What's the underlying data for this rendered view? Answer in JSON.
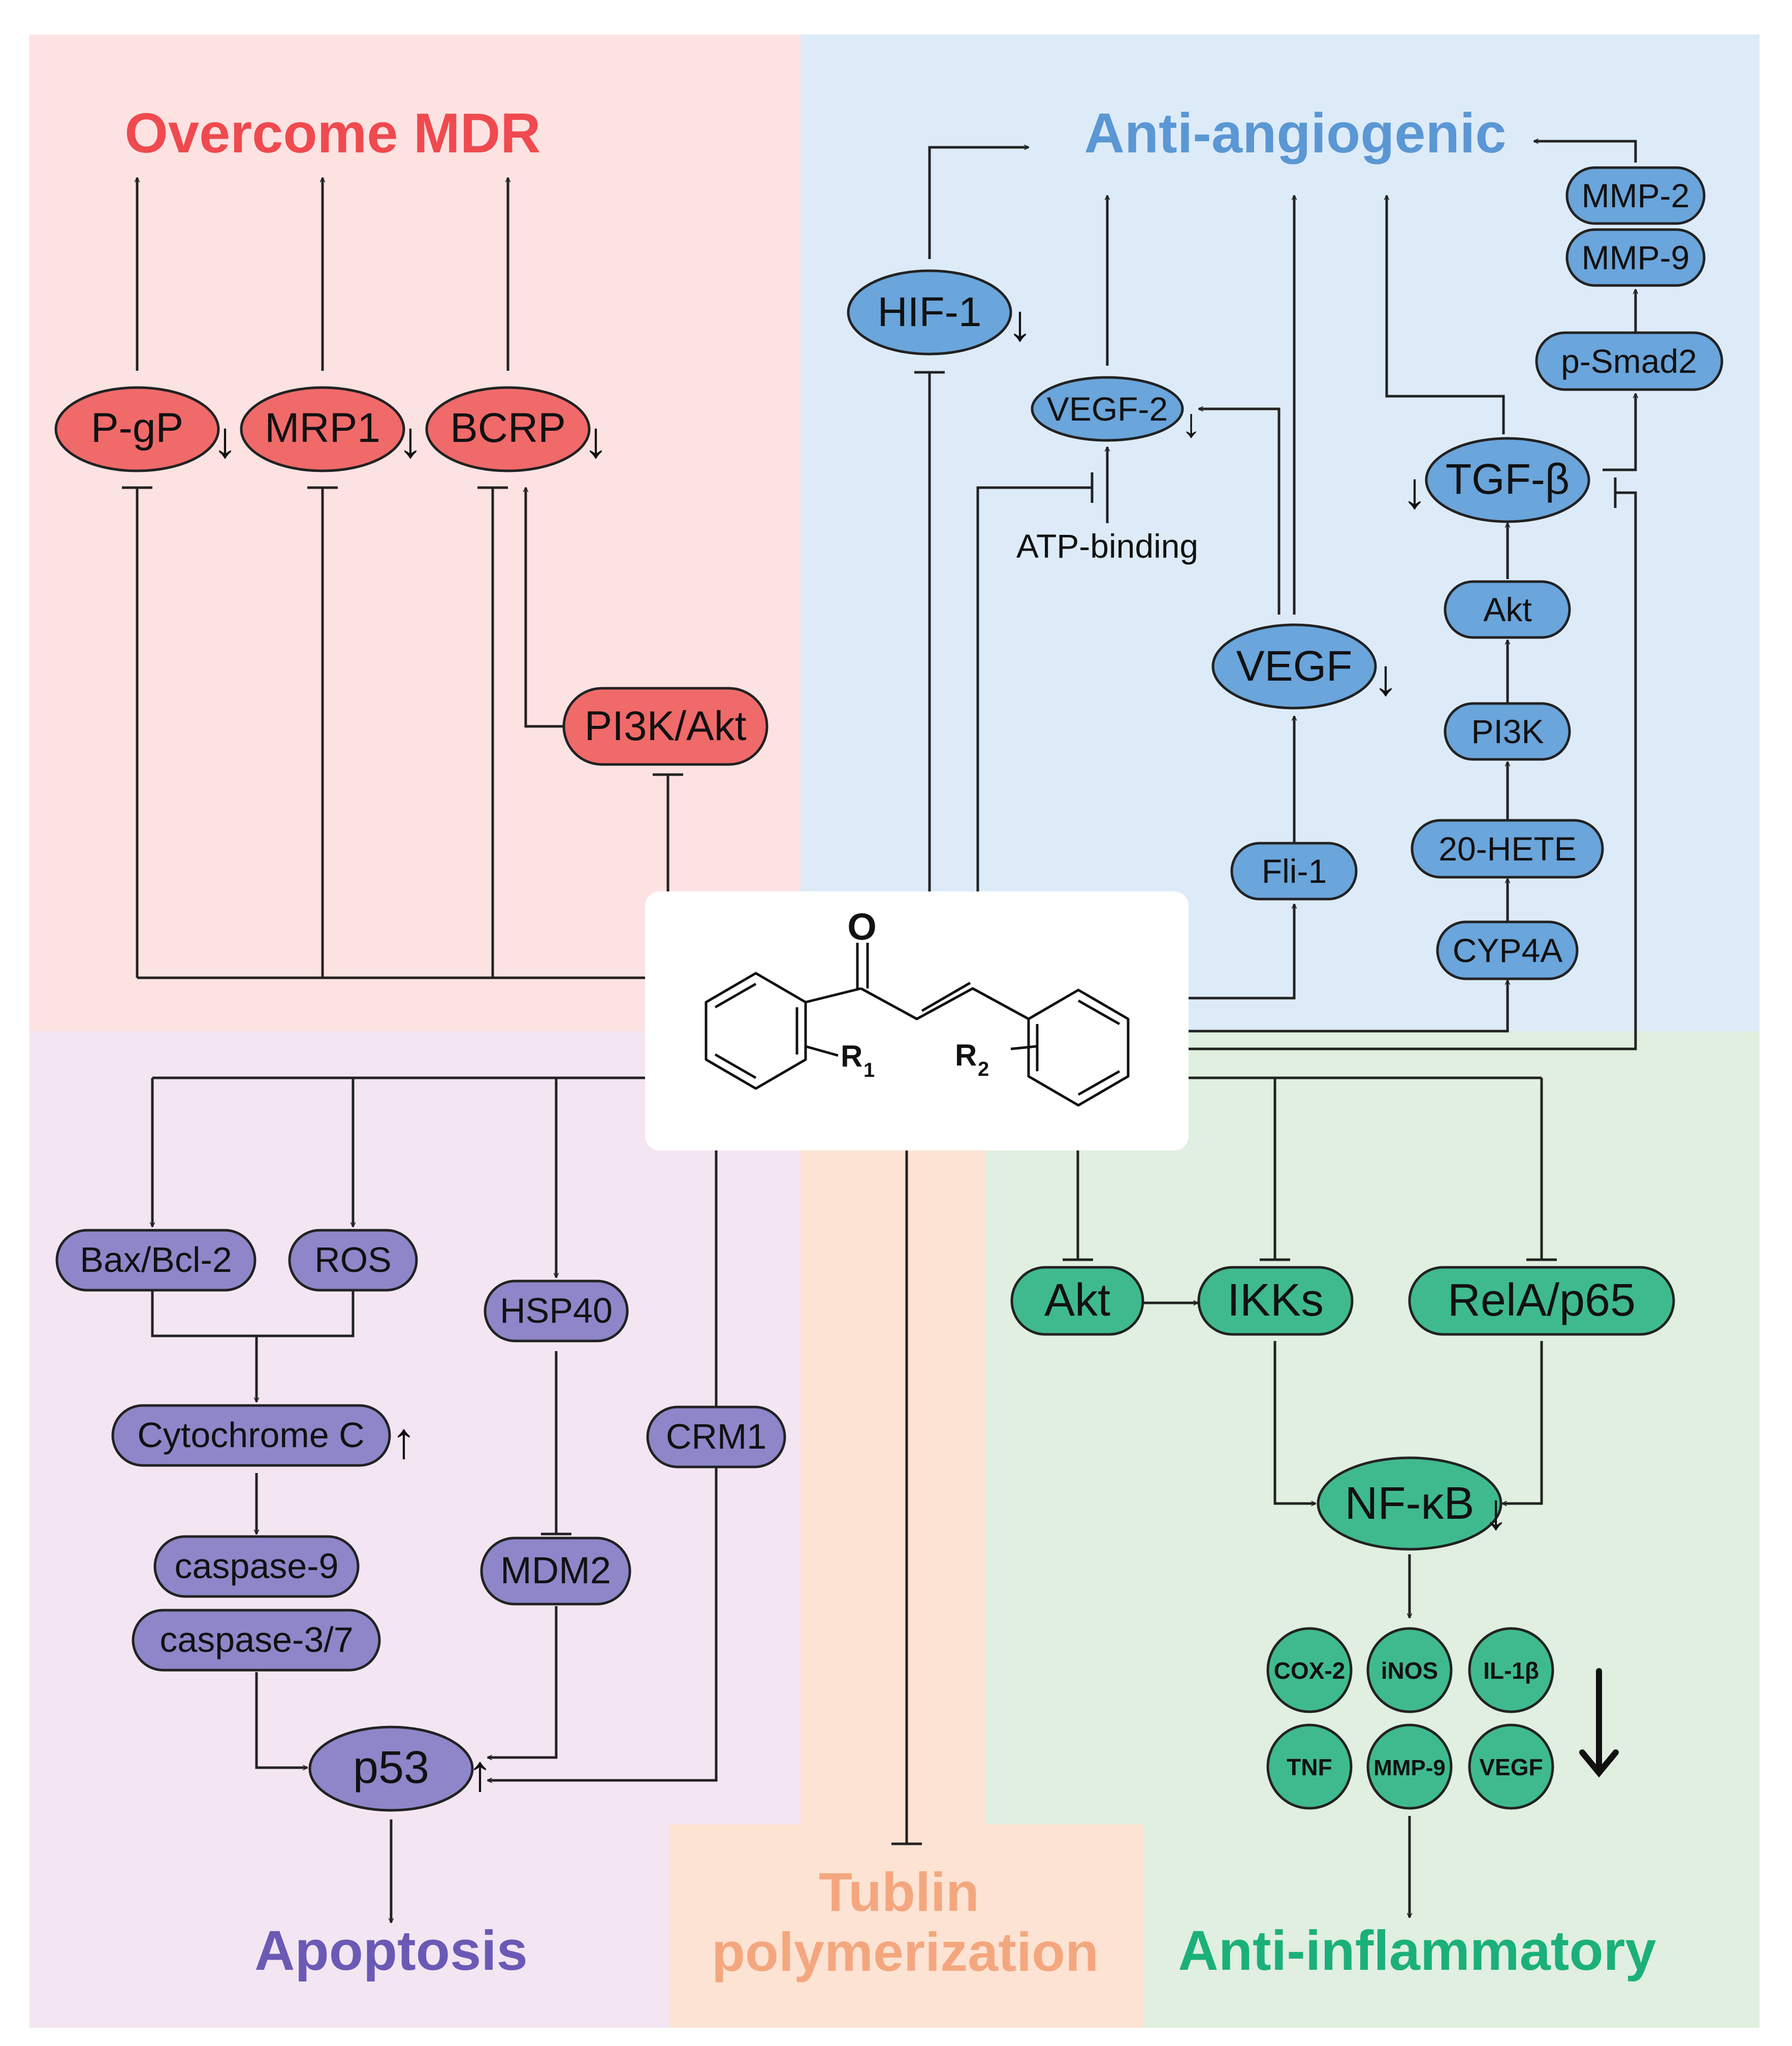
{
  "colors": {
    "mdr_bg": "#fde2e2",
    "angio_bg": "#ddebf8",
    "apop_bg": "#f3e6f2",
    "tub_bg": "#fde3d3",
    "inflam_bg": "#e0efdf",
    "red_node": "#f06a6a",
    "blue_node": "#6aa5db",
    "purple_node": "#8e86c9",
    "green_node": "#3fba8e",
    "mdr_title": "#ef4a4f",
    "angio_title": "#5b97d4",
    "apop_title": "#6a5ab5",
    "tub_title": "#f4a77f",
    "inflam_title": "#1bb07a"
  },
  "titles": {
    "mdr": "Overcome MDR",
    "angio": "Anti-angiogenic",
    "apoptosis": "Apoptosis",
    "tub1": "Tublin",
    "tub2": "polymerization",
    "inflam": "Anti-inflammatory"
  },
  "nodes": {
    "pgp": "P-gP",
    "mrp1": "MRP1",
    "bcrp": "BCRP",
    "pi3kakt": "PI3K/Akt",
    "hif1": "HIF-1",
    "vegf2": "VEGF-2",
    "atp": "ATP-binding",
    "vegf": "VEGF",
    "fli1": "Fli-1",
    "mmp2": "MMP-2",
    "mmp9": "MMP-9",
    "psmad2": "p-Smad2",
    "tgfb": "TGF-β",
    "akt_b": "Akt",
    "pi3k": "PI3K",
    "hete": "20-HETE",
    "cyp4a": "CYP4A",
    "baxbcl2": "Bax/Bcl-2",
    "ros": "ROS",
    "hsp40": "HSP40",
    "cytc": "Cytochrome C",
    "crm1": "CRM1",
    "casp9": "caspase-9",
    "casp37": "caspase-3/7",
    "mdm2": "MDM2",
    "p53": "p53",
    "akt_g": "Akt",
    "ikks": "IKKs",
    "rela": "RelA/p65",
    "nfkb": "NF-κB",
    "cox2": "COX-2",
    "inos": "iNOS",
    "il1b": "IL-1β",
    "tnf": "TNF",
    "mmp9_g": "MMP-9",
    "vegf_g": "VEGF"
  },
  "molecule": {
    "oxygen": "O",
    "r1": "R",
    "r1_sub": "1",
    "r2": "R",
    "r2_sub": "2"
  },
  "glyphs": {
    "down": "↓",
    "up": "↑"
  }
}
